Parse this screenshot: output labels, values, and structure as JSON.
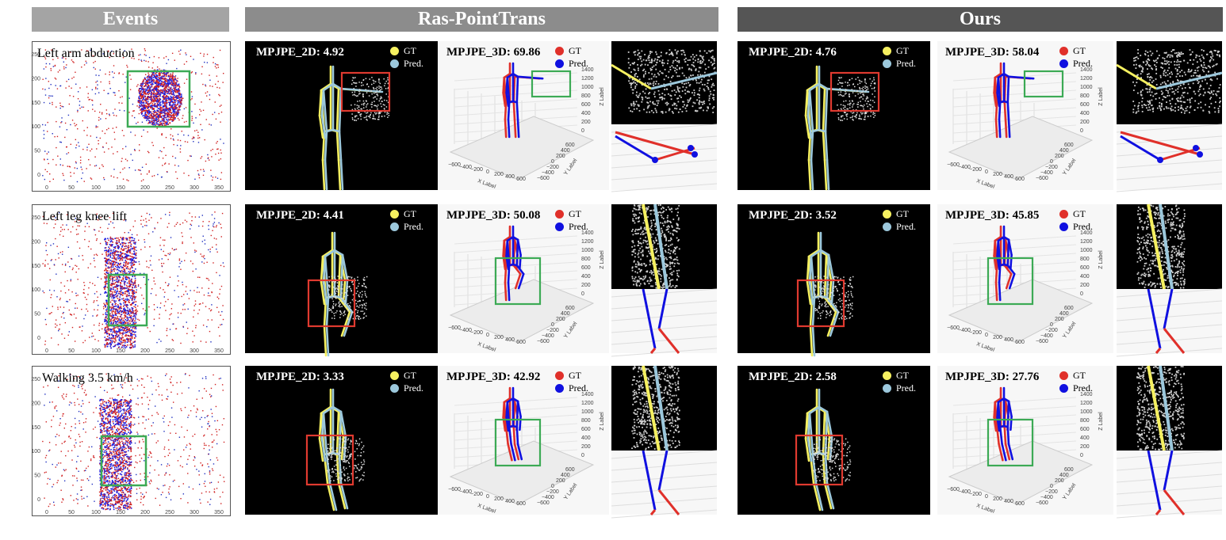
{
  "headers": {
    "events": "Events",
    "ras": "Ras-PointTrans",
    "ours": "Ours"
  },
  "legend": {
    "gt": "GT",
    "pred": "Pred."
  },
  "colors": {
    "gt2d": "#f5f060",
    "pred2d": "#9cc8dc",
    "gt3d": "#e0302a",
    "pred3d": "#1010e0",
    "box_red": "#e03a30",
    "box_green": "#3caa55"
  },
  "event_axis": {
    "y_ticks": [
      "250",
      "200",
      "150",
      "100",
      "50",
      "0"
    ],
    "x_ticks": [
      "0",
      "50",
      "100",
      "150",
      "200",
      "250",
      "300",
      "350"
    ]
  },
  "axis3d": {
    "z_label": "Z Label",
    "x_label": "X Label",
    "y_label": "Y Label",
    "z_ticks": [
      "1400",
      "1200",
      "1000",
      "800",
      "600",
      "400",
      "200",
      "0"
    ],
    "x_ticks": [
      "−600",
      "−400",
      "−200",
      "0",
      "200",
      "400",
      "600"
    ],
    "y_ticks": [
      "600",
      "400",
      "200",
      "0",
      "−200",
      "−400",
      "−600"
    ]
  },
  "rows": [
    {
      "event": "Left arm abduction",
      "ras": {
        "mpjpe2d": "MPJPE_2D: 4.92",
        "mpjpe3d": "MPJPE_3D: 69.86"
      },
      "ours": {
        "mpjpe2d": "MPJPE_2D: 4.76",
        "mpjpe3d": "MPJPE_3D: 58.04"
      }
    },
    {
      "event": "Left leg knee lift",
      "ras": {
        "mpjpe2d": "MPJPE_2D: 4.41",
        "mpjpe3d": "MPJPE_3D: 50.08"
      },
      "ours": {
        "mpjpe2d": "MPJPE_2D: 3.52",
        "mpjpe3d": "MPJPE_3D: 45.85"
      }
    },
    {
      "event": "Walking 3.5 km/h",
      "ras": {
        "mpjpe2d": "MPJPE_2D: 3.33",
        "mpjpe3d": "MPJPE_3D: 42.92"
      },
      "ours": {
        "mpjpe2d": "MPJPE_2D: 2.58",
        "mpjpe3d": "MPJPE_3D: 27.76"
      }
    }
  ]
}
